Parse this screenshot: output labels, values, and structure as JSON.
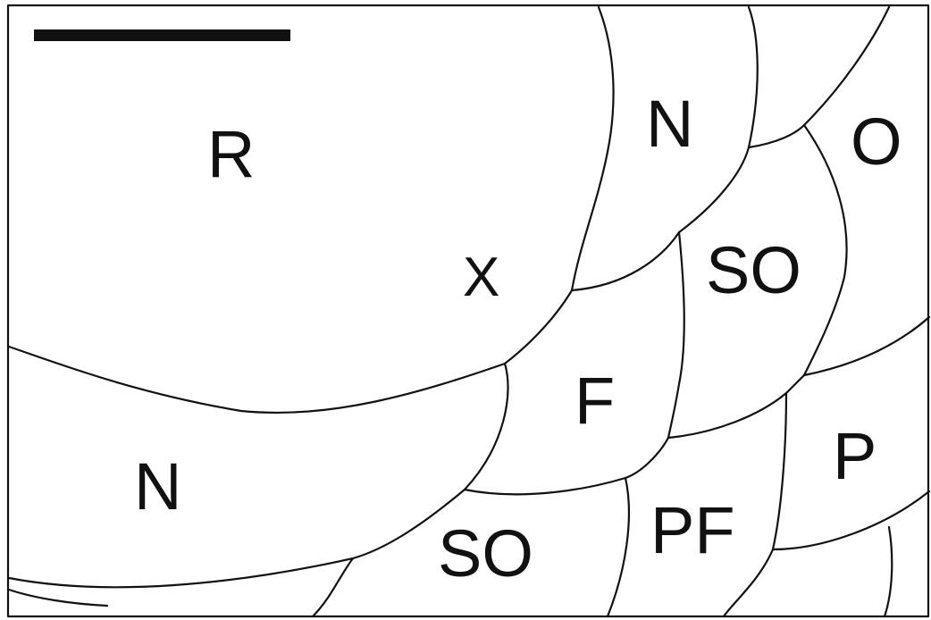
{
  "labels": {
    "r": "R",
    "x": "X",
    "n_top": "N",
    "o": "O",
    "so_upper": "SO",
    "f": "F",
    "n_bottom": "N",
    "so_lower": "SO",
    "pf": "PF",
    "p": "P"
  },
  "scale_bar": {
    "label": ""
  },
  "colors": {
    "ink": "#111111",
    "background": "#ffffff"
  }
}
